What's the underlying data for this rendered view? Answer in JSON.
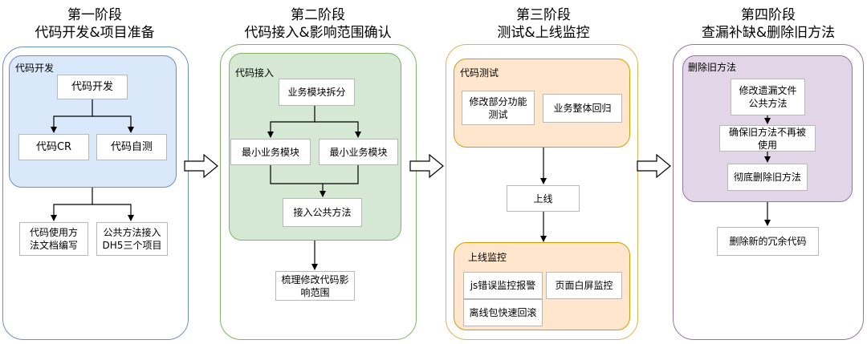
{
  "stages": [
    {
      "title1": "第一阶段",
      "title2": "代码开发&项目准备"
    },
    {
      "title1": "第二阶段",
      "title2": "代码接入&影响范围确认"
    },
    {
      "title1": "第三阶段",
      "title2": "测试&上线监控"
    },
    {
      "title1": "第四阶段",
      "title2": "查漏补缺&删除旧方法"
    }
  ],
  "stage1": {
    "panel_label": "代码开发",
    "dev": "代码开发",
    "cr": "代码CR",
    "selftest": "代码自测",
    "doc": "代码使用方法文档编写",
    "dh5": "公共方法接入DH5三个项目"
  },
  "stage2": {
    "panel_label": "代码接入",
    "split": "业务模块拆分",
    "mod1": "最小业务模块",
    "mod2": "最小业务模块",
    "access": "接入公共方法",
    "scope": "梳理修改代码影响范围"
  },
  "stage3": {
    "test_label": "代码测试",
    "partial": "修改部分功能测试",
    "regression": "业务整体回归",
    "online": "上线",
    "monitor_label": "上线监控",
    "js": "js错误监控报警",
    "white": "页面白屏监控",
    "offline": "离线包快速回滚"
  },
  "stage4": {
    "panel_label": "删除旧方法",
    "fix": "修改遗漏文件公共方法",
    "ensure": "确保旧方法不再被使用",
    "delete": "彻底删除旧方法",
    "redundant": "删除新的冗余代码"
  },
  "colors": {
    "blue_fill": "#dae8fc",
    "blue_border": "#6c8ebf",
    "stage1_border": "#6c8ebf",
    "green_fill": "#d5e8d4",
    "green_border": "#82b366",
    "orange_fill": "#ffe6cc",
    "orange_border": "#d79b00",
    "purple_fill": "#e1d5e7",
    "purple_border": "#9673a6"
  }
}
